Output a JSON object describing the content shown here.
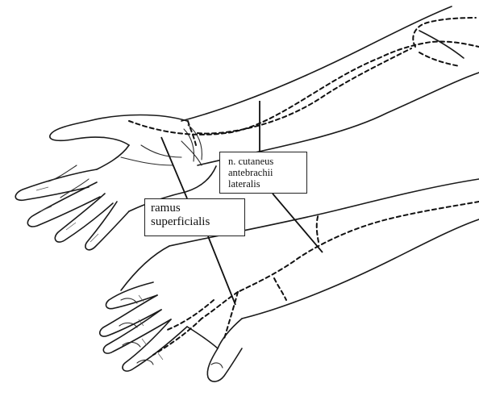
{
  "labels": {
    "nerve_upper": {
      "line1": "n. cutaneus",
      "line2": "antebrachii",
      "line3": "lateralis"
    },
    "nerve_lower": {
      "line1": "ramus",
      "line2": "superficialis"
    }
  }
}
